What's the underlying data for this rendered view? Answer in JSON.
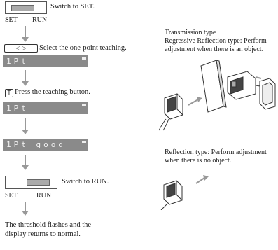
{
  "steps": {
    "step1_text": "Switch to SET.",
    "step1_set": "SET",
    "step1_run": "RUN",
    "step2_text": "Select the one-point teaching.",
    "lcd1": "1Pt",
    "step3_text": "Press the teaching button.",
    "teach_key": "T",
    "lcd2": "1Pt",
    "lcd3": "1Pt good",
    "step4_text": "Switch to RUN.",
    "step4_set": "SET",
    "step4_run": "RUN",
    "final_line1": "The threshold flashes and the",
    "final_line2": "display returns to normal."
  },
  "icons": [
    "left-right-arrow-keys-icon",
    "teach-key-icon"
  ],
  "right_panel": {
    "title": "Transmission type",
    "line2": "Regressive Reflection type: Perform",
    "line3": "adjustment when there is an object.",
    "reflect_line1": "Reflection type: Perform adjustment",
    "reflect_line2": "when there is no object."
  }
}
